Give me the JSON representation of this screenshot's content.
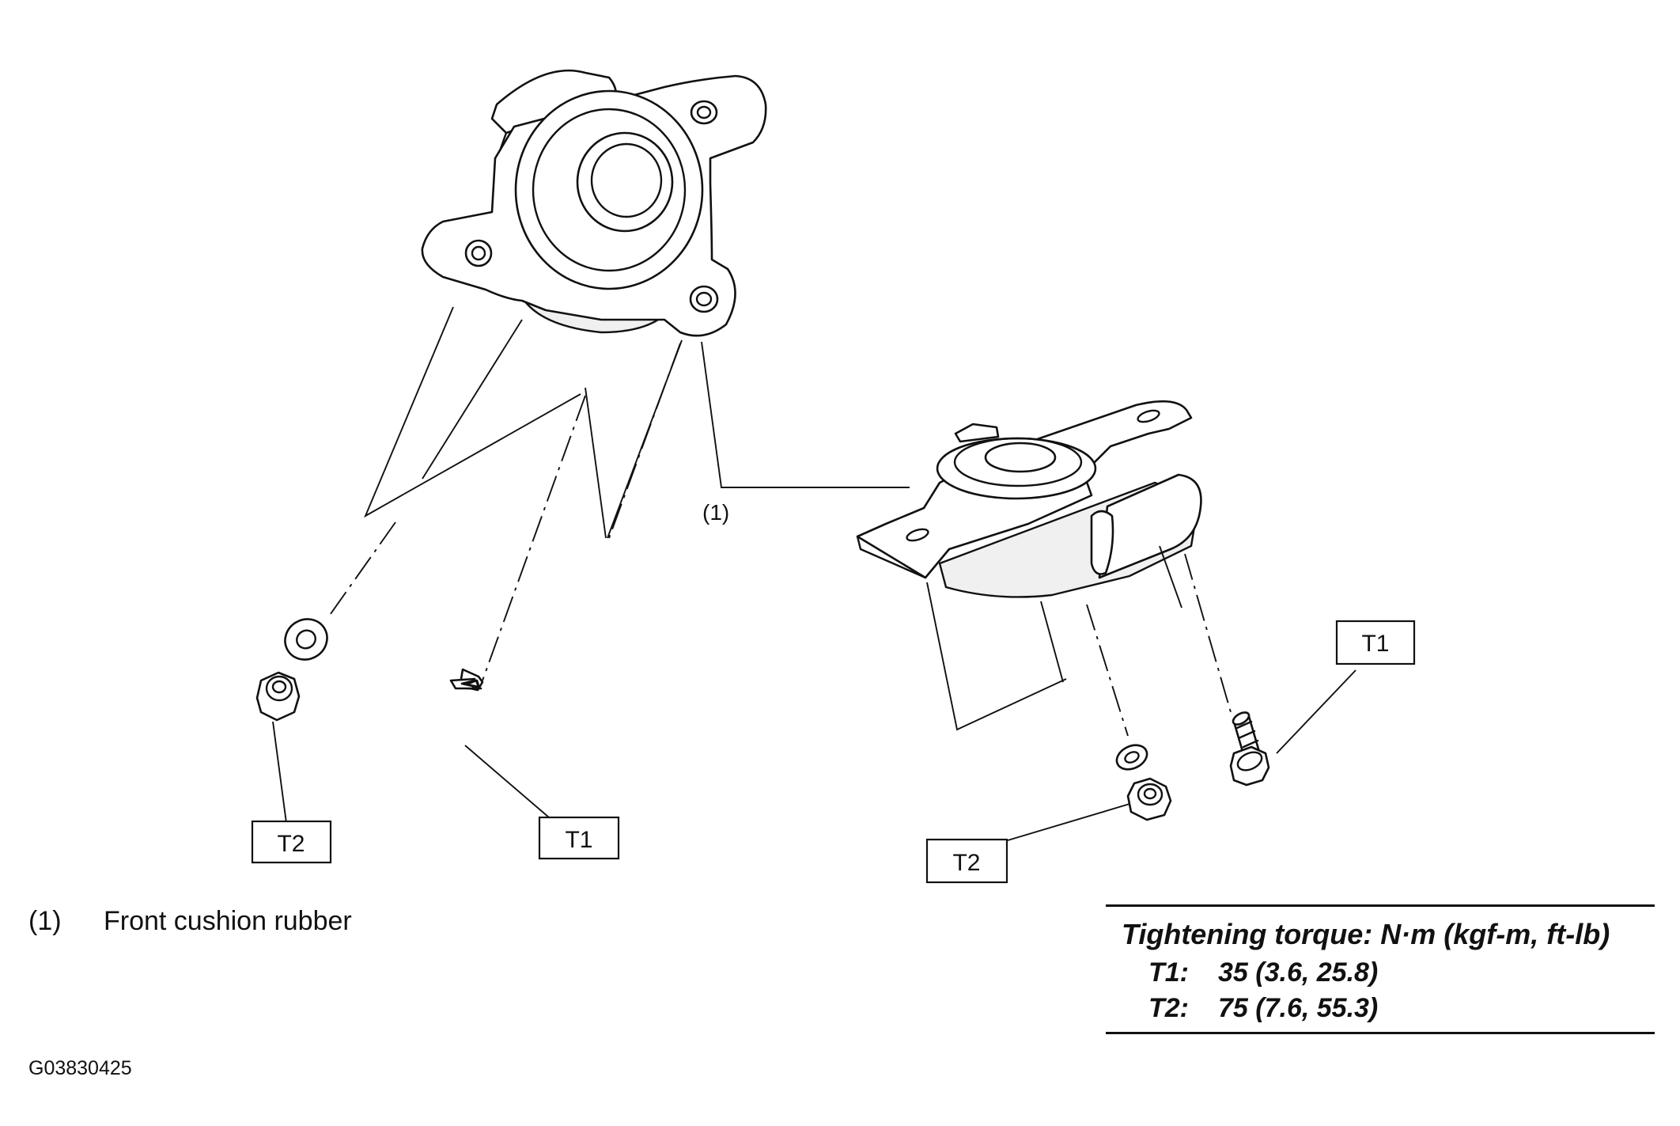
{
  "callout_numbers": {
    "front_cushion_rubber": "(1)"
  },
  "torque_labels": {
    "left_nut": "T2",
    "left_bolt": "T1",
    "right_bolt": "T1",
    "right_nut": "T2"
  },
  "legend": {
    "number": "(1)",
    "text": "Front cushion rubber"
  },
  "torque_table": {
    "heading": "Tightening torque: N·m (kgf-m, ft-lb)",
    "rows": [
      {
        "code": "T1:",
        "value": "35 (3.6, 25.8)"
      },
      {
        "code": "T2:",
        "value": "75 (7.6, 55.3)"
      }
    ]
  },
  "figure_code": "G03830425"
}
